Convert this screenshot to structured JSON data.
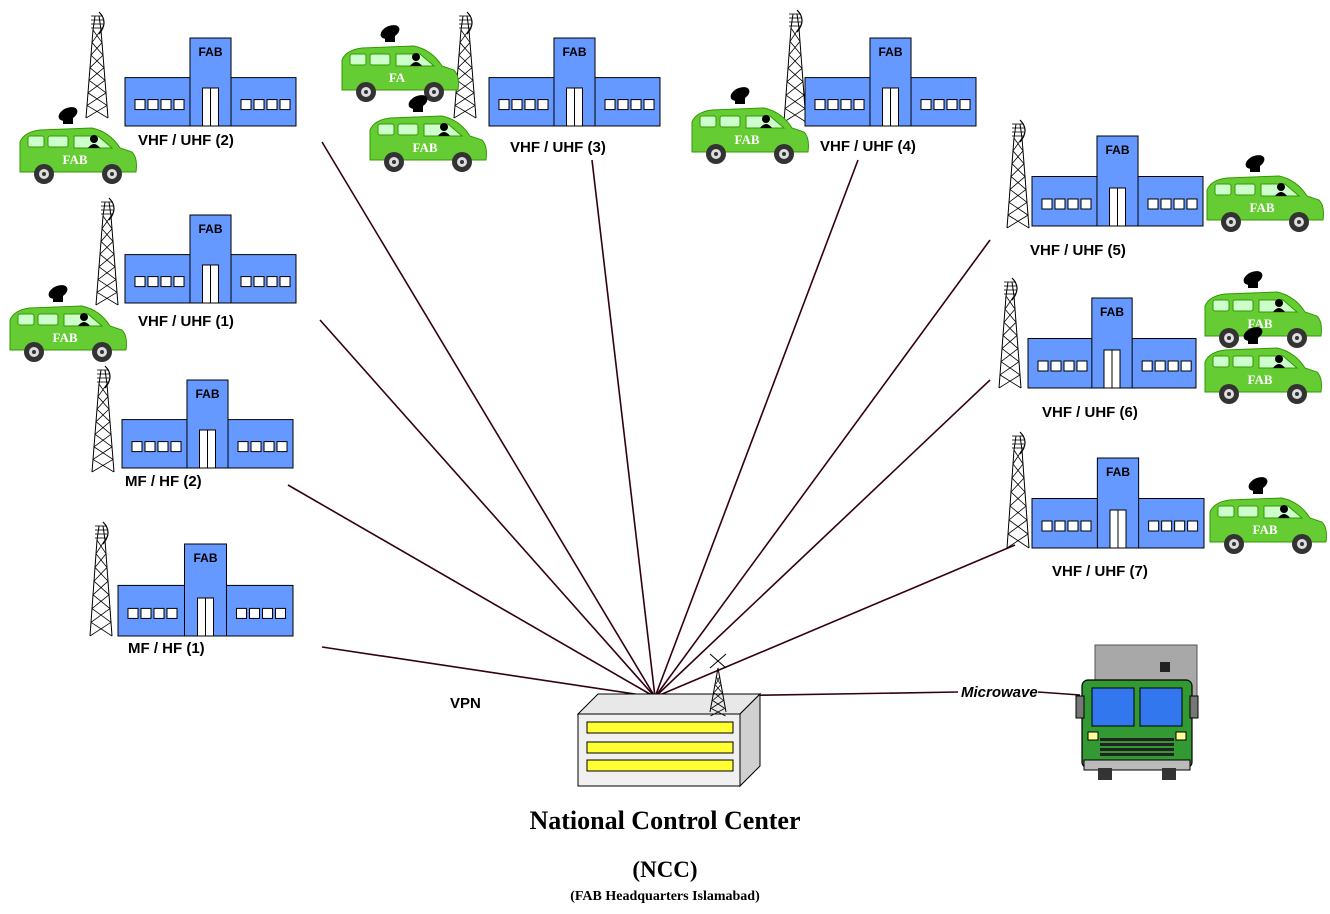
{
  "stations": [
    {
      "label": "VHF / UHF (2)",
      "building_text": "FAB"
    },
    {
      "label": "VHF / UHF (3)",
      "building_text": "FAB"
    },
    {
      "label": "VHF / UHF (4)",
      "building_text": "FAB"
    },
    {
      "label": "VHF / UHF (1)",
      "building_text": "FAB"
    },
    {
      "label": "VHF / UHF (5)",
      "building_text": "FAB"
    },
    {
      "label": "VHF / UHF (6)",
      "building_text": "FAB"
    },
    {
      "label": "MF / HF (2)",
      "building_text": "FAB"
    },
    {
      "label": "VHF / UHF (7)",
      "building_text": "FAB"
    },
    {
      "label": "MF / HF (1)",
      "building_text": "FAB"
    }
  ],
  "vehicles": {
    "text": "FAB",
    "partial_text": "FA"
  },
  "links": {
    "vpn_label": "VPN",
    "microwave_label": "Microwave"
  },
  "center": {
    "title": "National Control Center",
    "abbrev": "(NCC)",
    "location": "(FAB Headquarters Islamabad)"
  },
  "colors": {
    "building": "#6699ff",
    "vehicle": "#66cc33",
    "truck": "#339933",
    "server_stripes": "#ffff33",
    "server_body": "#f0f0f0",
    "link_line": "#330011"
  },
  "icons": [
    "radio-tower-icon",
    "building-icon",
    "satellite-car-icon",
    "microwave-truck-icon",
    "server-icon"
  ]
}
